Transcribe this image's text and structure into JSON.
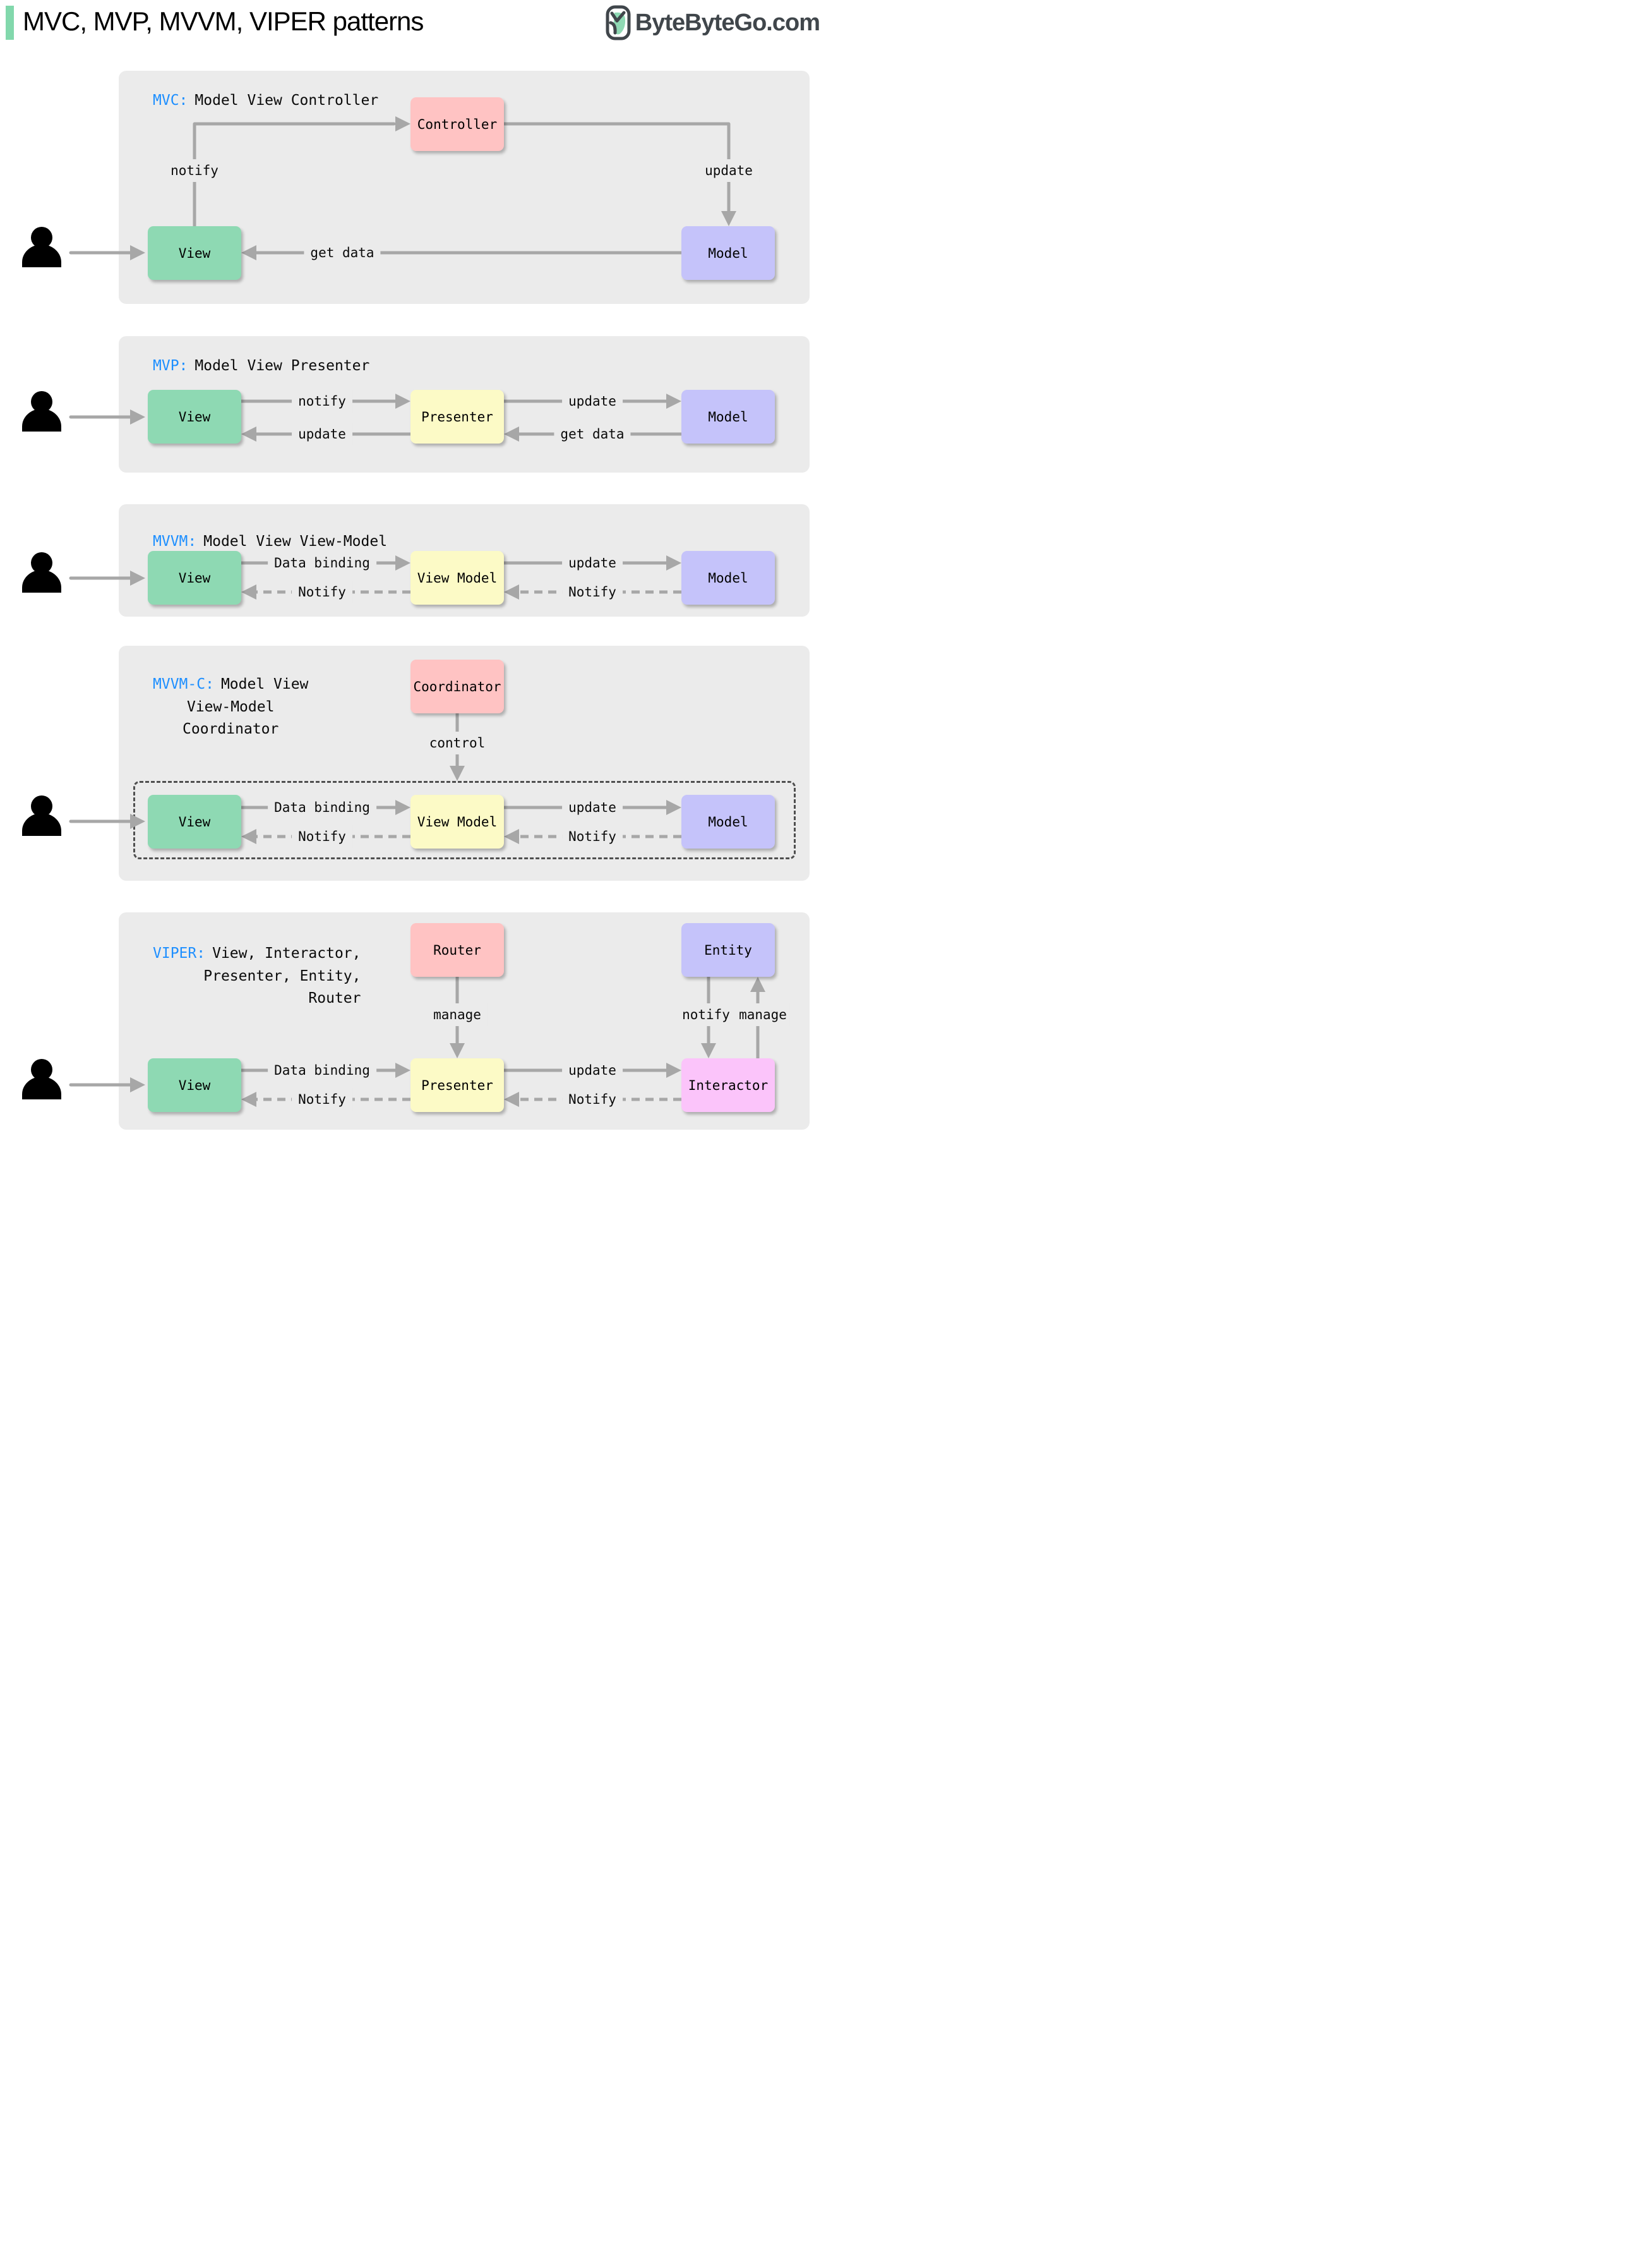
{
  "header": {
    "title": "MVC, MVP, MVVM, VIPER patterns",
    "logo_text": "ByteByteGo.com"
  },
  "colors": {
    "panel_bg": "#ebebeb",
    "view_green": "#8ed9b3",
    "pink": "#ffc3c3",
    "purple": "#c5c3fa",
    "yellow": "#fcfac6",
    "magenta": "#fbc4fa",
    "arrow_gray": "#a7a7a7",
    "label_blue": "#1e8fff",
    "accent_green": "#82d8ac",
    "logo_dark": "#40464b"
  },
  "icons": {
    "person": "person-icon",
    "logo_mark": "bytebytego-bird-icon"
  },
  "panels": [
    {
      "prefix": "MVC:",
      "title": "Model View Controller",
      "boxes": {
        "controller": "Controller",
        "view": "View",
        "model": "Model"
      },
      "labels": {
        "notify": "notify",
        "update": "update",
        "get_data": "get data"
      }
    },
    {
      "prefix": "MVP:",
      "title": "Model View Presenter",
      "boxes": {
        "view": "View",
        "presenter": "Presenter",
        "model": "Model"
      },
      "labels": {
        "notify": "notify",
        "update_left": "update",
        "update_right": "update",
        "get_data": "get data"
      }
    },
    {
      "prefix": "MVVM:",
      "title": "Model View View-Model",
      "boxes": {
        "view": "View",
        "view_model": "View Model",
        "model": "Model"
      },
      "labels": {
        "data_binding": "Data binding",
        "notify_left": "Notify",
        "update": "update",
        "notify_right": "Notify"
      }
    },
    {
      "prefix": "MVVM-C:",
      "title_line1": "Model View",
      "title_line2": "View-Model",
      "title_line3": "Coordinator",
      "boxes": {
        "coordinator": "Coordinator",
        "view": "View",
        "view_model": "View Model",
        "model": "Model"
      },
      "labels": {
        "control": "control",
        "data_binding": "Data binding",
        "notify_left": "Notify",
        "update": "update",
        "notify_right": "Notify"
      }
    },
    {
      "prefix": "VIPER:",
      "title_line1": "View, Interactor,",
      "title_line2": "Presenter, Entity,",
      "title_line3": "Router",
      "boxes": {
        "router": "Router",
        "entity": "Entity",
        "view": "View",
        "presenter": "Presenter",
        "interactor": "Interactor"
      },
      "labels": {
        "manage_down": "manage",
        "notify_down": "notify",
        "manage_up": "manage",
        "data_binding": "Data binding",
        "notify_left": "Notify",
        "update": "update",
        "notify_right": "Notify"
      }
    }
  ]
}
